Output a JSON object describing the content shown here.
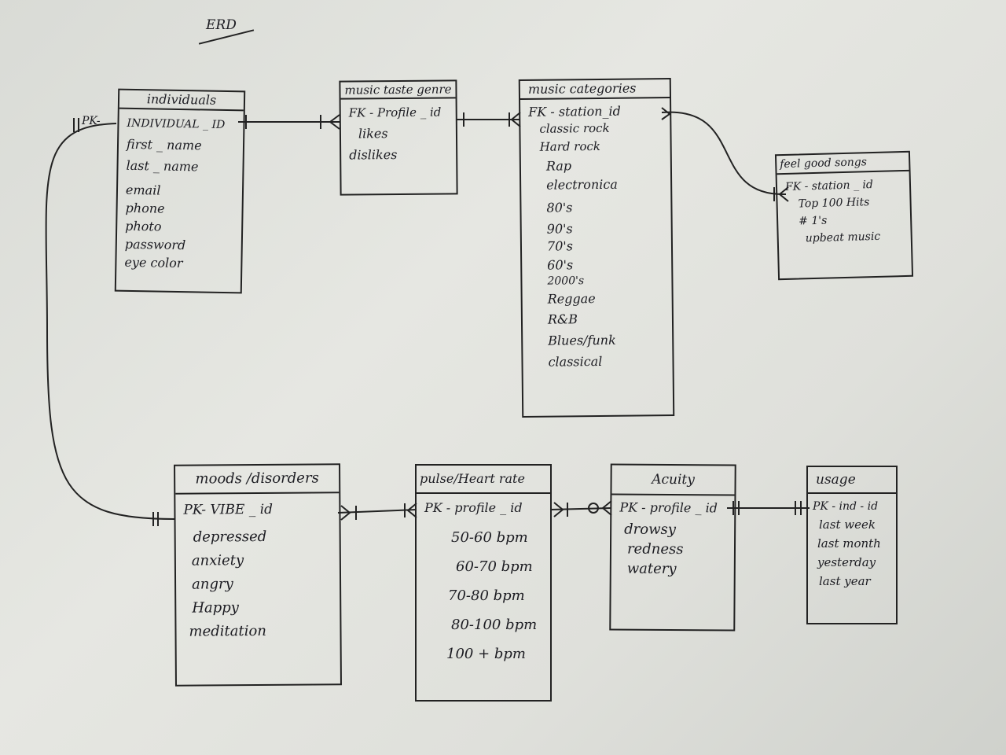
{
  "title": "ERD",
  "pk_label": "PK-",
  "entities": {
    "individuals": {
      "name": "individuals",
      "rows": [
        "INDIVIDUAL _ ID",
        "first _ name",
        "last _ name",
        "email",
        "phone",
        "photo",
        "password",
        "eye color"
      ]
    },
    "music_taste": {
      "name": "music taste genre",
      "rows": [
        "FK - Profile _ id",
        "likes",
        "dislikes"
      ]
    },
    "music_categories": {
      "name": "music categories",
      "rows": [
        "FK - station_id",
        "classic rock",
        "Hard rock",
        "Rap",
        "electronica",
        "80's",
        "90's",
        "70's",
        "60's",
        "2000's",
        "Reggae",
        "R&B",
        "Blues/funk",
        "classical"
      ]
    },
    "feel_good": {
      "name": "feel good songs",
      "rows": [
        "FK - station _ id",
        "Top 100 Hits",
        "# 1's",
        "upbeat music"
      ]
    },
    "moods": {
      "name": "moods /disorders",
      "rows": [
        "PK- VIBE _ id",
        "depressed",
        "anxiety",
        "angry",
        "Happy",
        "meditation"
      ]
    },
    "pulse": {
      "name": "pulse/Heart rate",
      "rows": [
        "PK - profile _ id",
        "50-60 bpm",
        "60-70 bpm",
        "70-80 bpm",
        "80-100 bpm",
        "100 + bpm"
      ]
    },
    "acuity": {
      "name": "Acuity",
      "rows": [
        "PK - profile _ id",
        "drowsy",
        "redness",
        "watery"
      ]
    },
    "usage": {
      "name": "usage",
      "rows": [
        "PK - ind - id",
        "last week",
        "last month",
        "yesterday",
        "last year"
      ]
    }
  }
}
